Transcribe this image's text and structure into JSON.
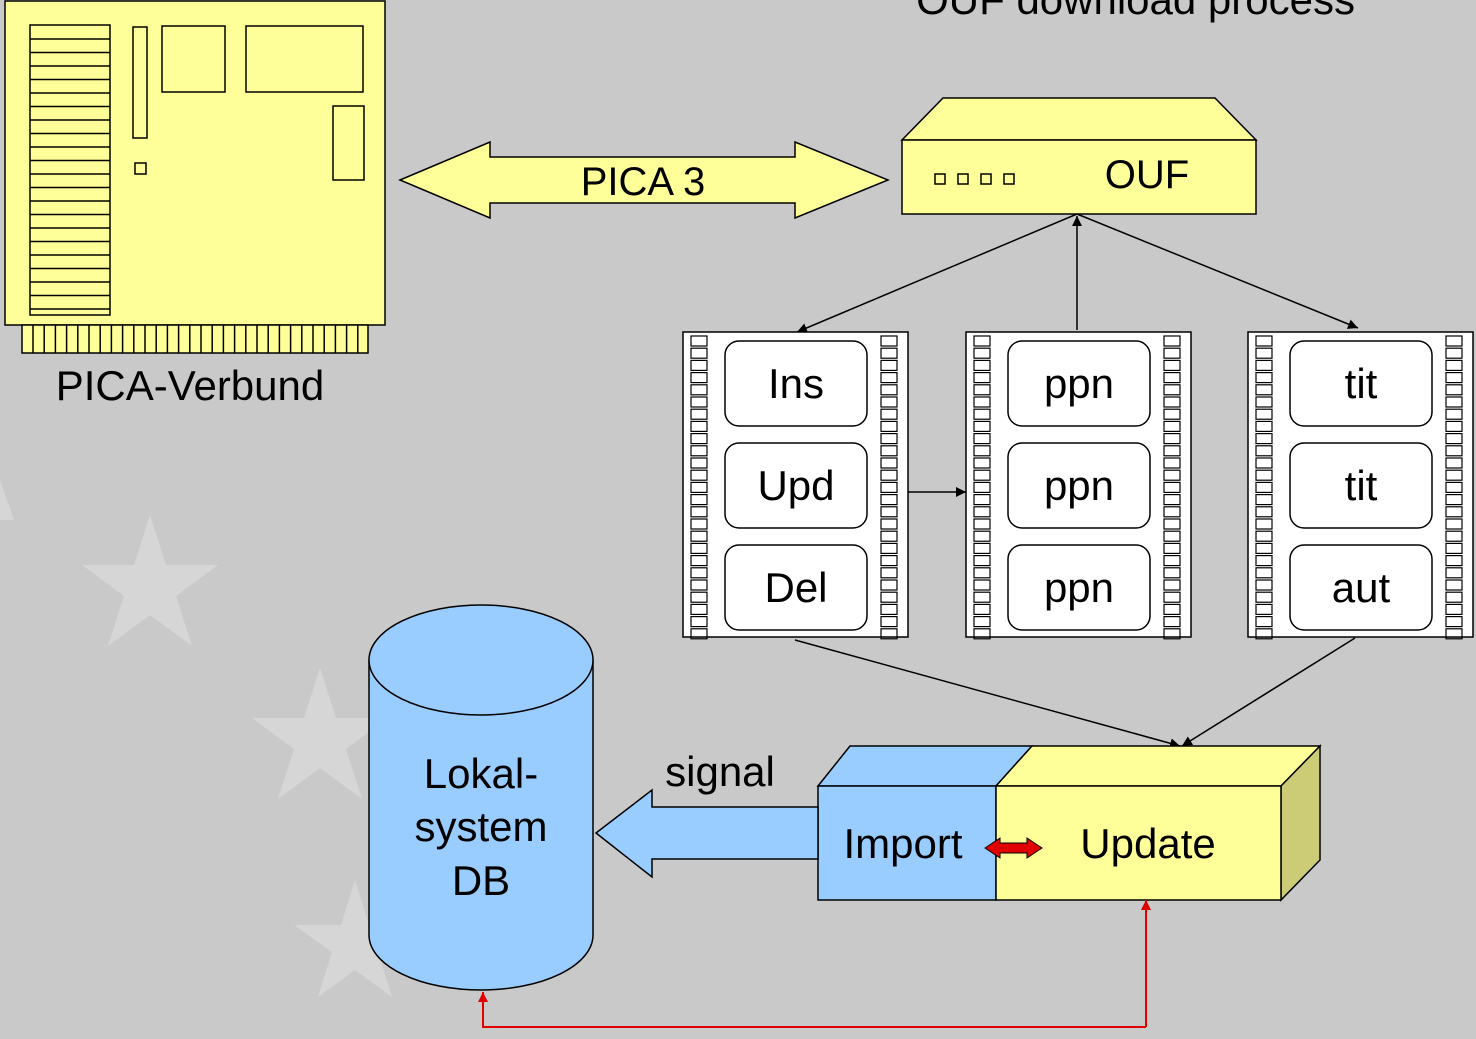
{
  "title": "OUF  download process",
  "server_label": "PICA-Verbund",
  "link_label": "PICA 3",
  "router_label": "OUF",
  "reels": [
    {
      "items": [
        "Ins",
        "Upd",
        "Del"
      ]
    },
    {
      "items": [
        "ppn",
        "ppn",
        "ppn"
      ]
    },
    {
      "items": [
        "tit",
        "tit",
        "aut"
      ]
    }
  ],
  "signal_label": "signal",
  "db_lines": [
    "Lokal-",
    "system",
    "DB"
  ],
  "import_label": "Import",
  "update_label": "Update",
  "colors": {
    "background": "#c9c9c9",
    "star": "#d6d6d6",
    "title": "#a50021",
    "yellow": "#ffff99",
    "yellow_dark": "#cccc77",
    "blue": "#99ccff",
    "red": "#e00000"
  }
}
